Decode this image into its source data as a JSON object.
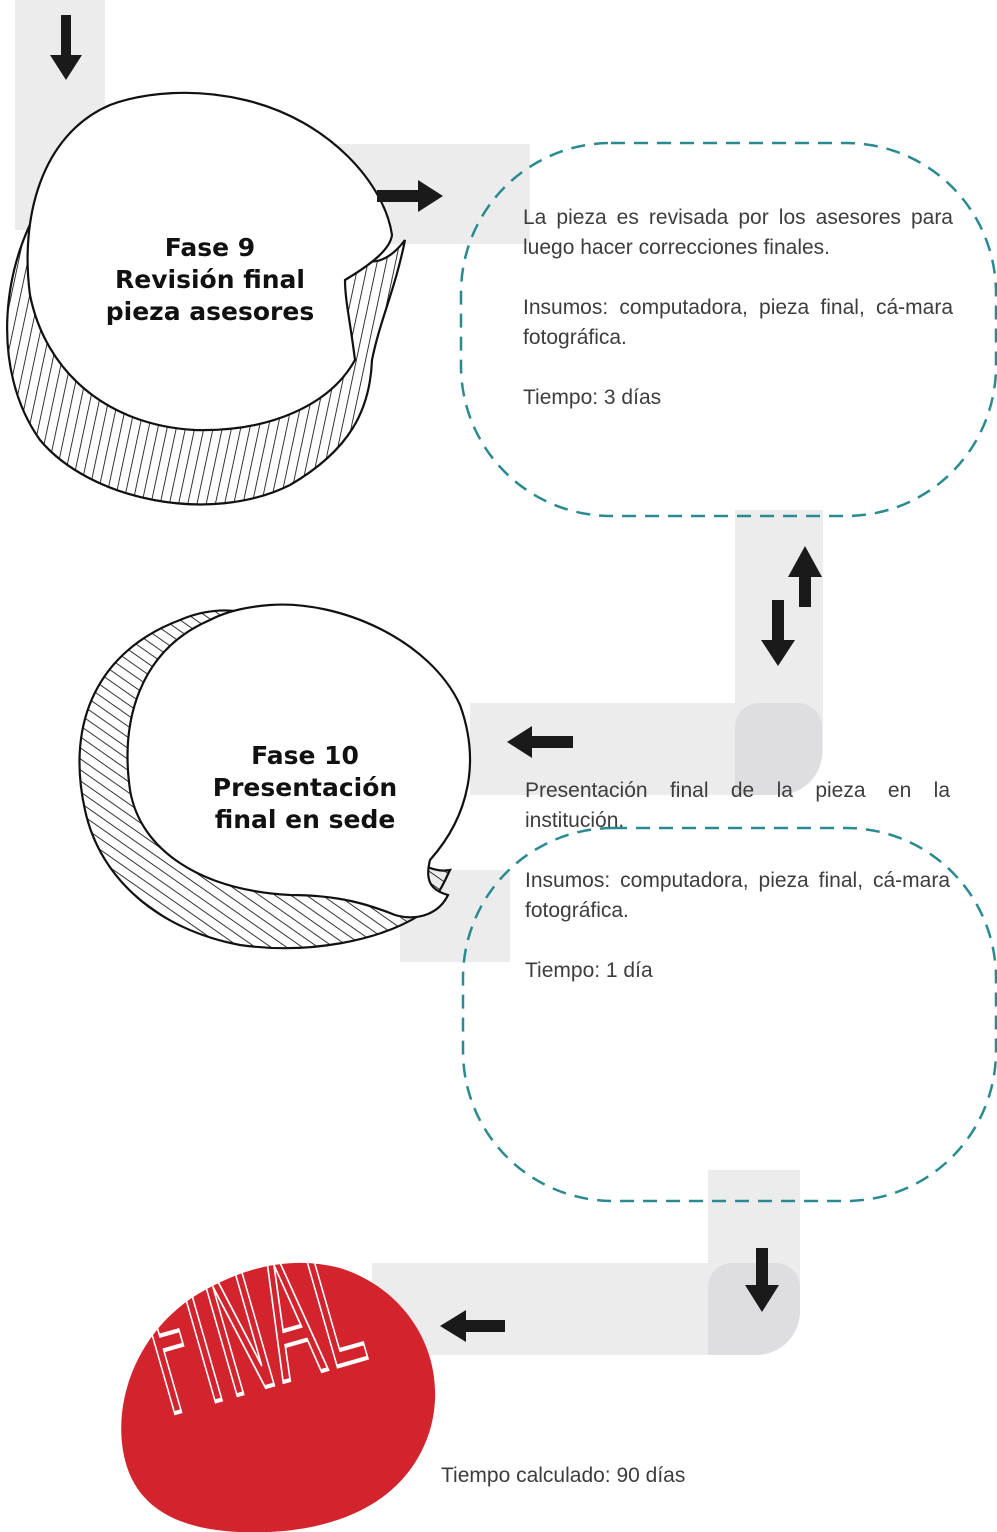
{
  "phases": [
    {
      "title_line1": "Fase 9",
      "title_line2": "Revisión final",
      "title_line3": "pieza asesores",
      "description": "La pieza es revisada por los asesores para luego hacer correcciones finales.",
      "supplies": "Insumos: computadora, pieza final, cá-mara fotográfica.",
      "time": "Tiempo: 3 días"
    },
    {
      "title_line1": "Fase 10",
      "title_line2": "Presentación",
      "title_line3": "final en sede",
      "description": "Presentación final de la pieza en la institución.",
      "supplies": "Insumos: computadora, pieza final, cá-mara fotográfica.",
      "time": "Tiempo: 1 día"
    }
  ],
  "final_badge": "FINAL",
  "total_time": "Tiempo calculado: 90 días",
  "colors": {
    "band": "#ececec",
    "dashed_border": "#2a8a91",
    "final_badge": "#d3232c",
    "arrow": "#1a1a1a"
  }
}
